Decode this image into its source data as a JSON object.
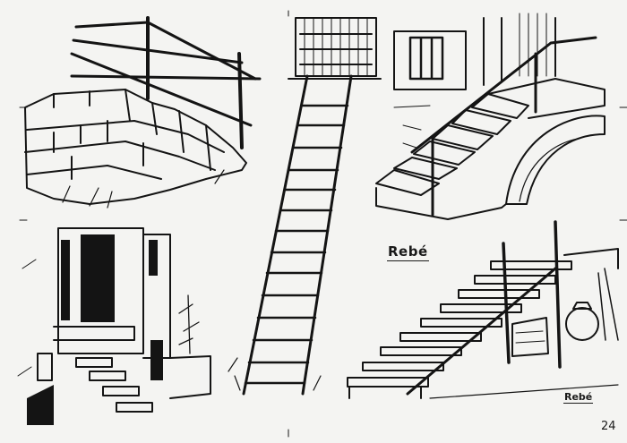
{
  "plate": {
    "title": "Rebé",
    "signature": "Rebé",
    "page_number": "24"
  },
  "colors": {
    "paper": "#f4f4f2",
    "ink": "#141414"
  }
}
